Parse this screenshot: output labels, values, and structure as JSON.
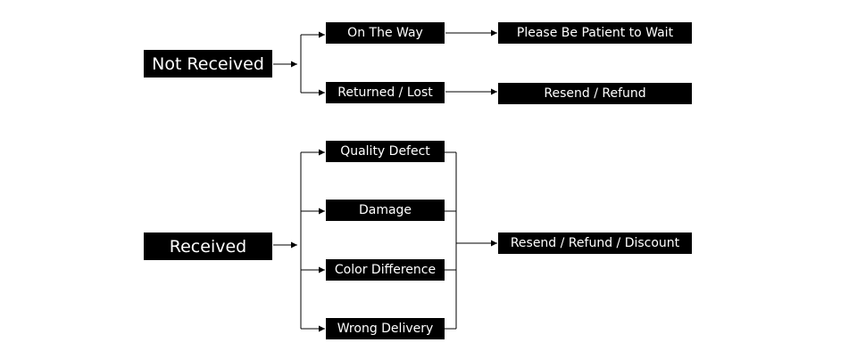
{
  "diagram": {
    "nodes": {
      "not_received": "Not Received",
      "on_the_way": "On The Way",
      "returned_lost": "Returned / Lost",
      "please_wait": "Please Be Patient to Wait",
      "resend_refund": "Resend / Refund",
      "received": "Received",
      "quality_defect": "Quality Defect",
      "damage": "Damage",
      "color_difference": "Color Difference",
      "wrong_delivery": "Wrong Delivery",
      "resend_refund_discount": "Resend / Refund / Discount"
    },
    "edges": [
      [
        "not_received",
        "on_the_way"
      ],
      [
        "not_received",
        "returned_lost"
      ],
      [
        "on_the_way",
        "please_wait"
      ],
      [
        "returned_lost",
        "resend_refund"
      ],
      [
        "received",
        "quality_defect"
      ],
      [
        "received",
        "damage"
      ],
      [
        "received",
        "color_difference"
      ],
      [
        "received",
        "wrong_delivery"
      ],
      [
        "quality_defect",
        "resend_refund_discount"
      ],
      [
        "damage",
        "resend_refund_discount"
      ],
      [
        "color_difference",
        "resend_refund_discount"
      ],
      [
        "wrong_delivery",
        "resend_refund_discount"
      ]
    ],
    "colors": {
      "node_fill": "#000000",
      "node_text": "#ffffff",
      "line": "#000000"
    }
  }
}
